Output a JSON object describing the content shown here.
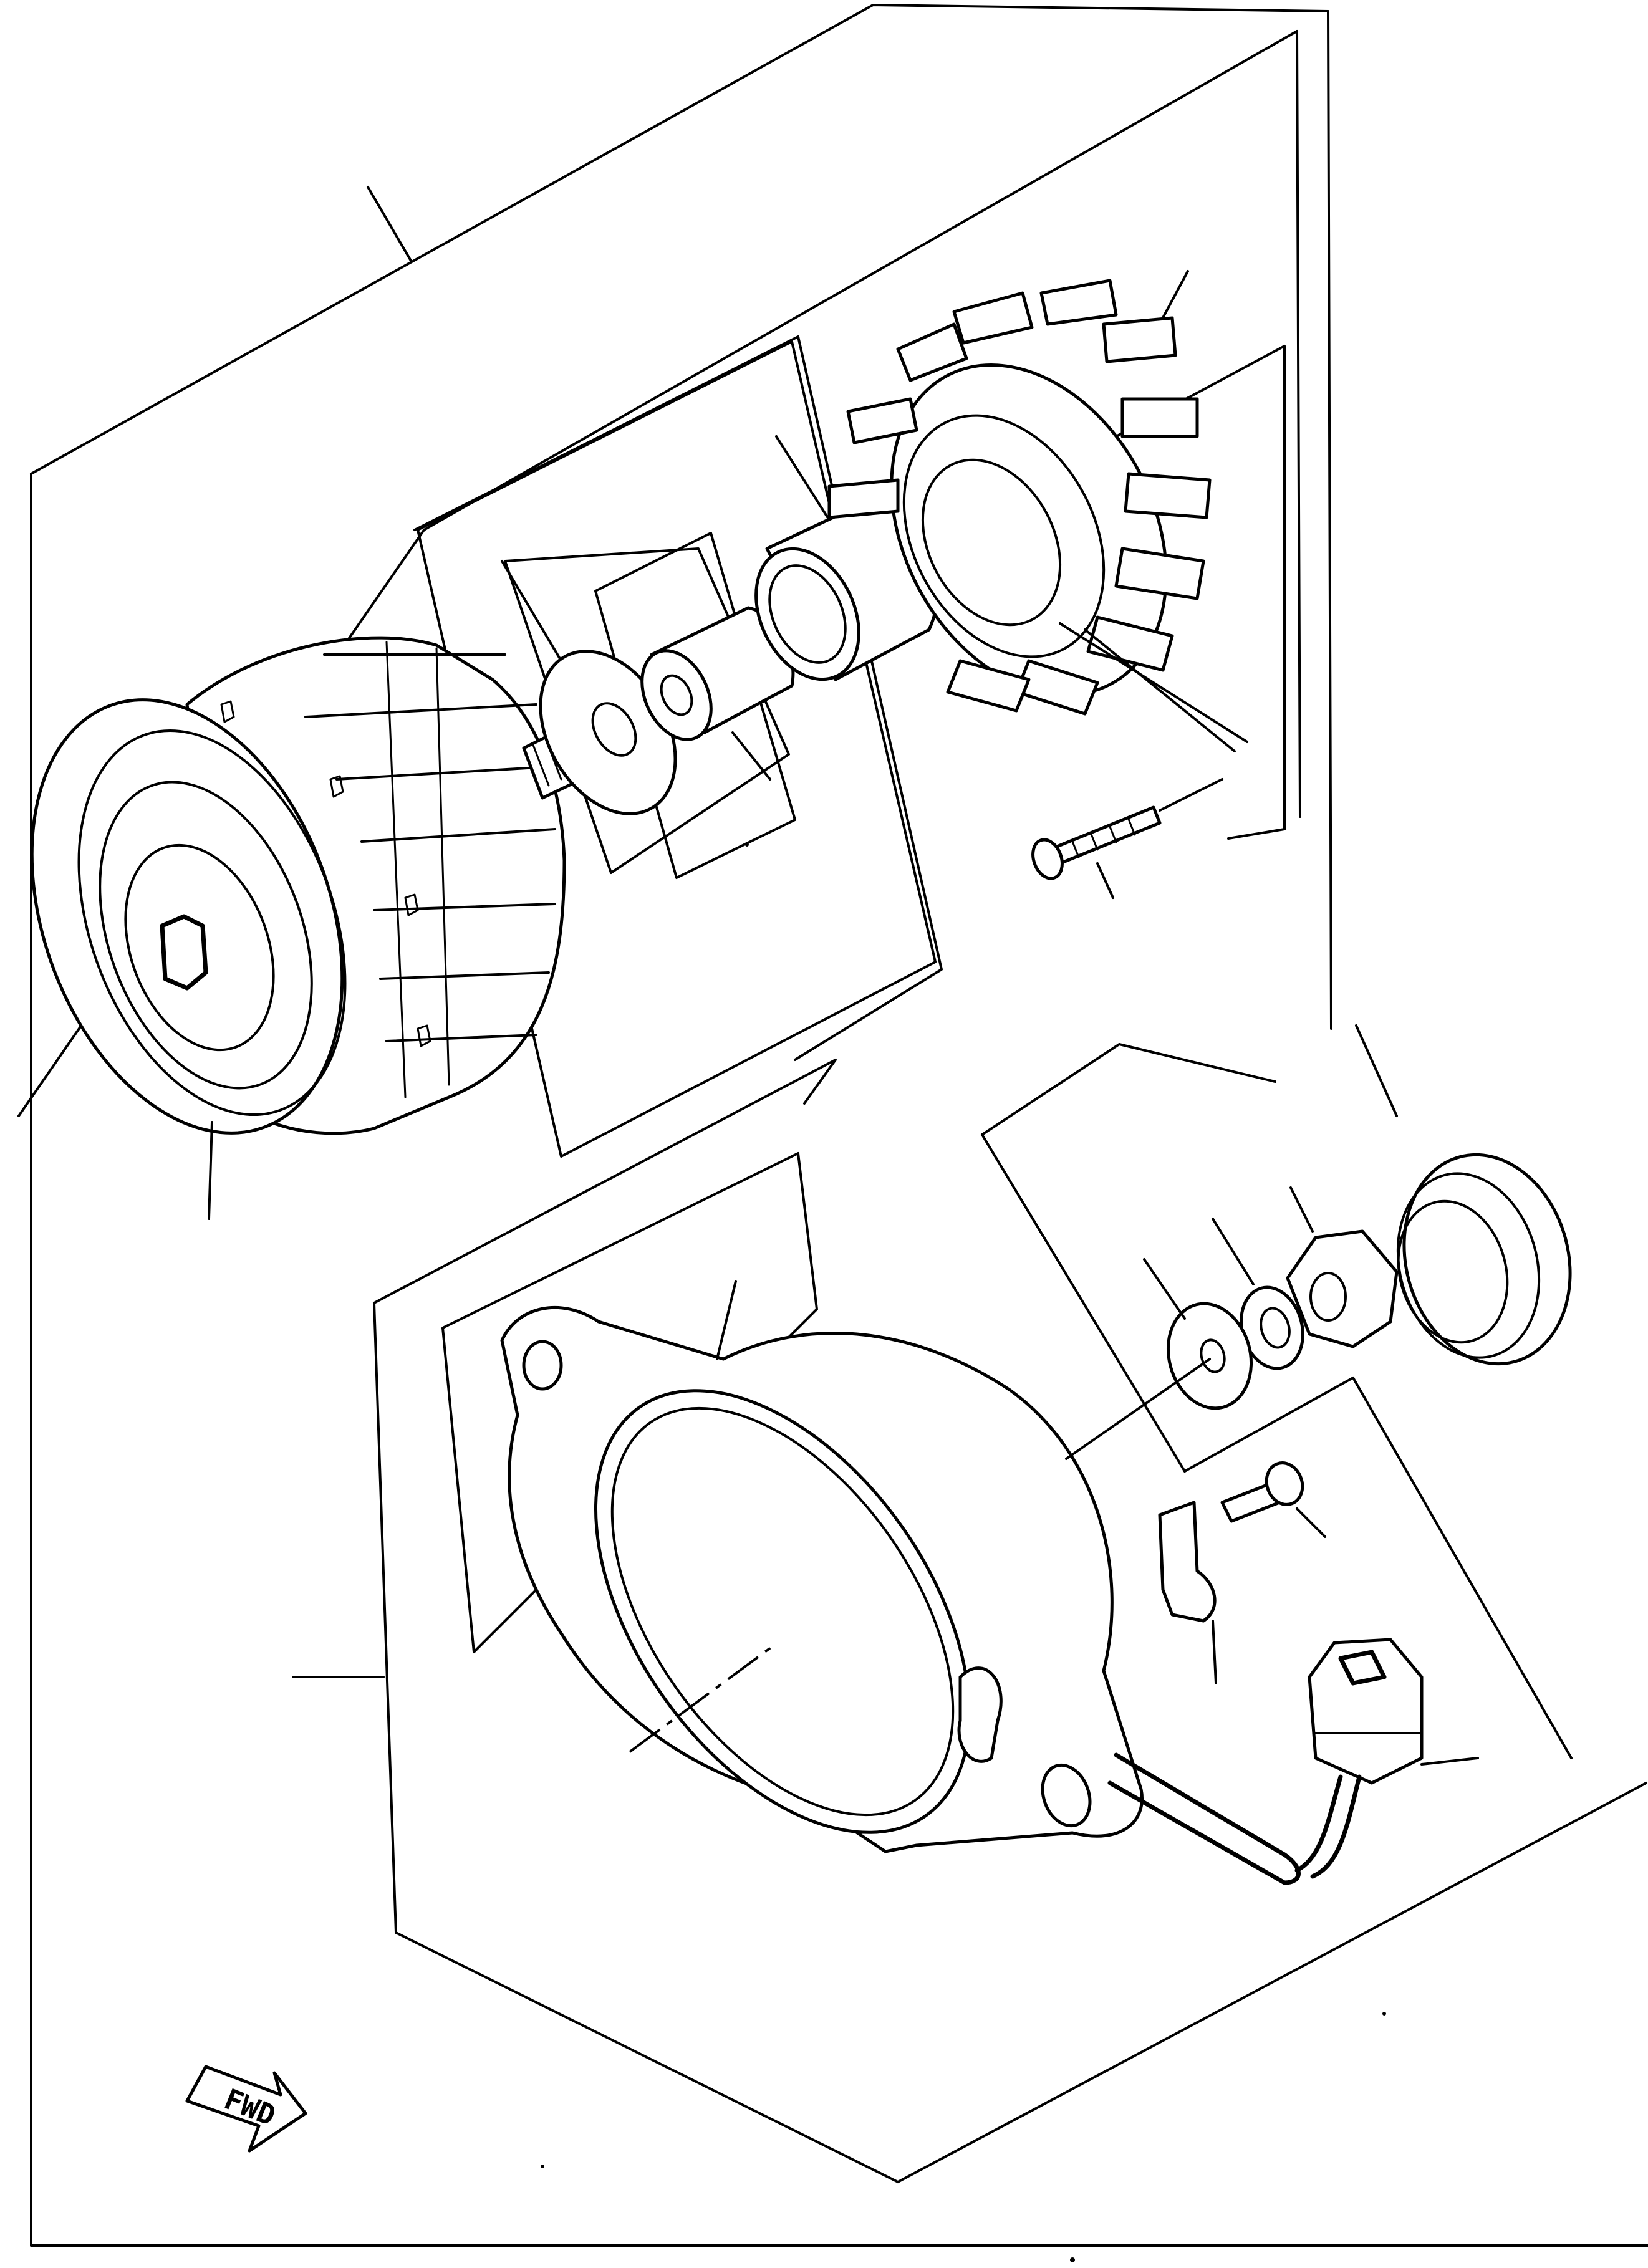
{
  "figure": {
    "direction_arrow": {
      "label": "FWD",
      "icon": "fwd-arrow-icon"
    },
    "parts": [
      "rotor-flywheel",
      "bolt",
      "washer",
      "spacer",
      "collar",
      "stator-coil",
      "screw",
      "stator-base",
      "seal",
      "nut",
      "lock-washer",
      "flat-washer",
      "bolt-small",
      "wire-clamp",
      "connector"
    ]
  }
}
